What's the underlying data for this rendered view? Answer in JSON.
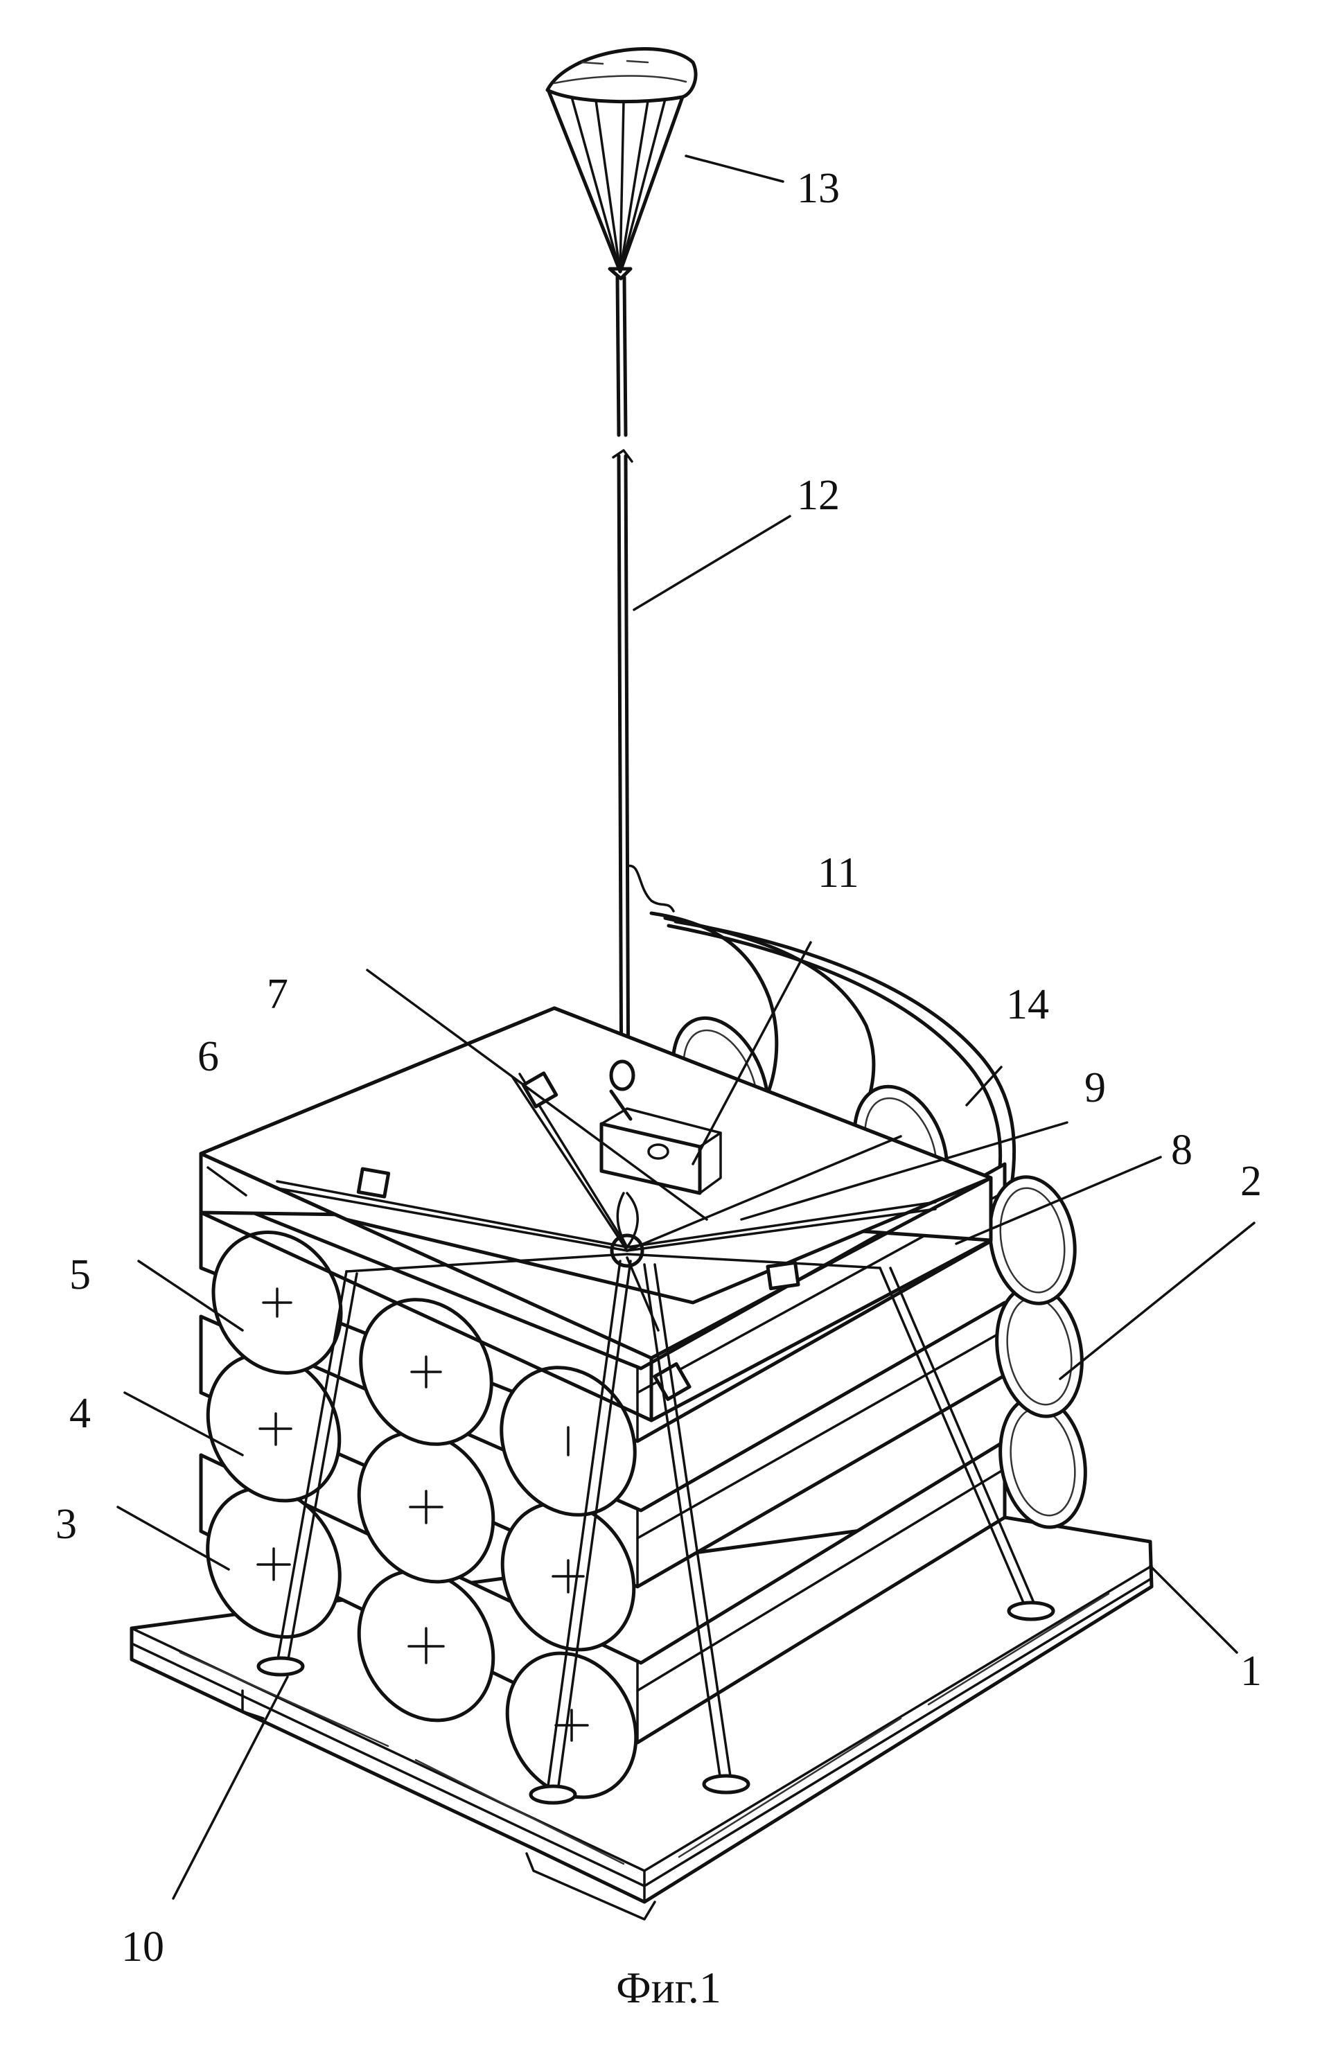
{
  "figure": {
    "caption": "Фиг.1",
    "labels": {
      "1": "1",
      "2": "2",
      "3": "3",
      "4": "4",
      "5": "5",
      "6": "6",
      "7": "7",
      "8": "8",
      "9": "9",
      "10": "10",
      "11": "11",
      "12": "12",
      "13": "13",
      "14": "14"
    }
  }
}
